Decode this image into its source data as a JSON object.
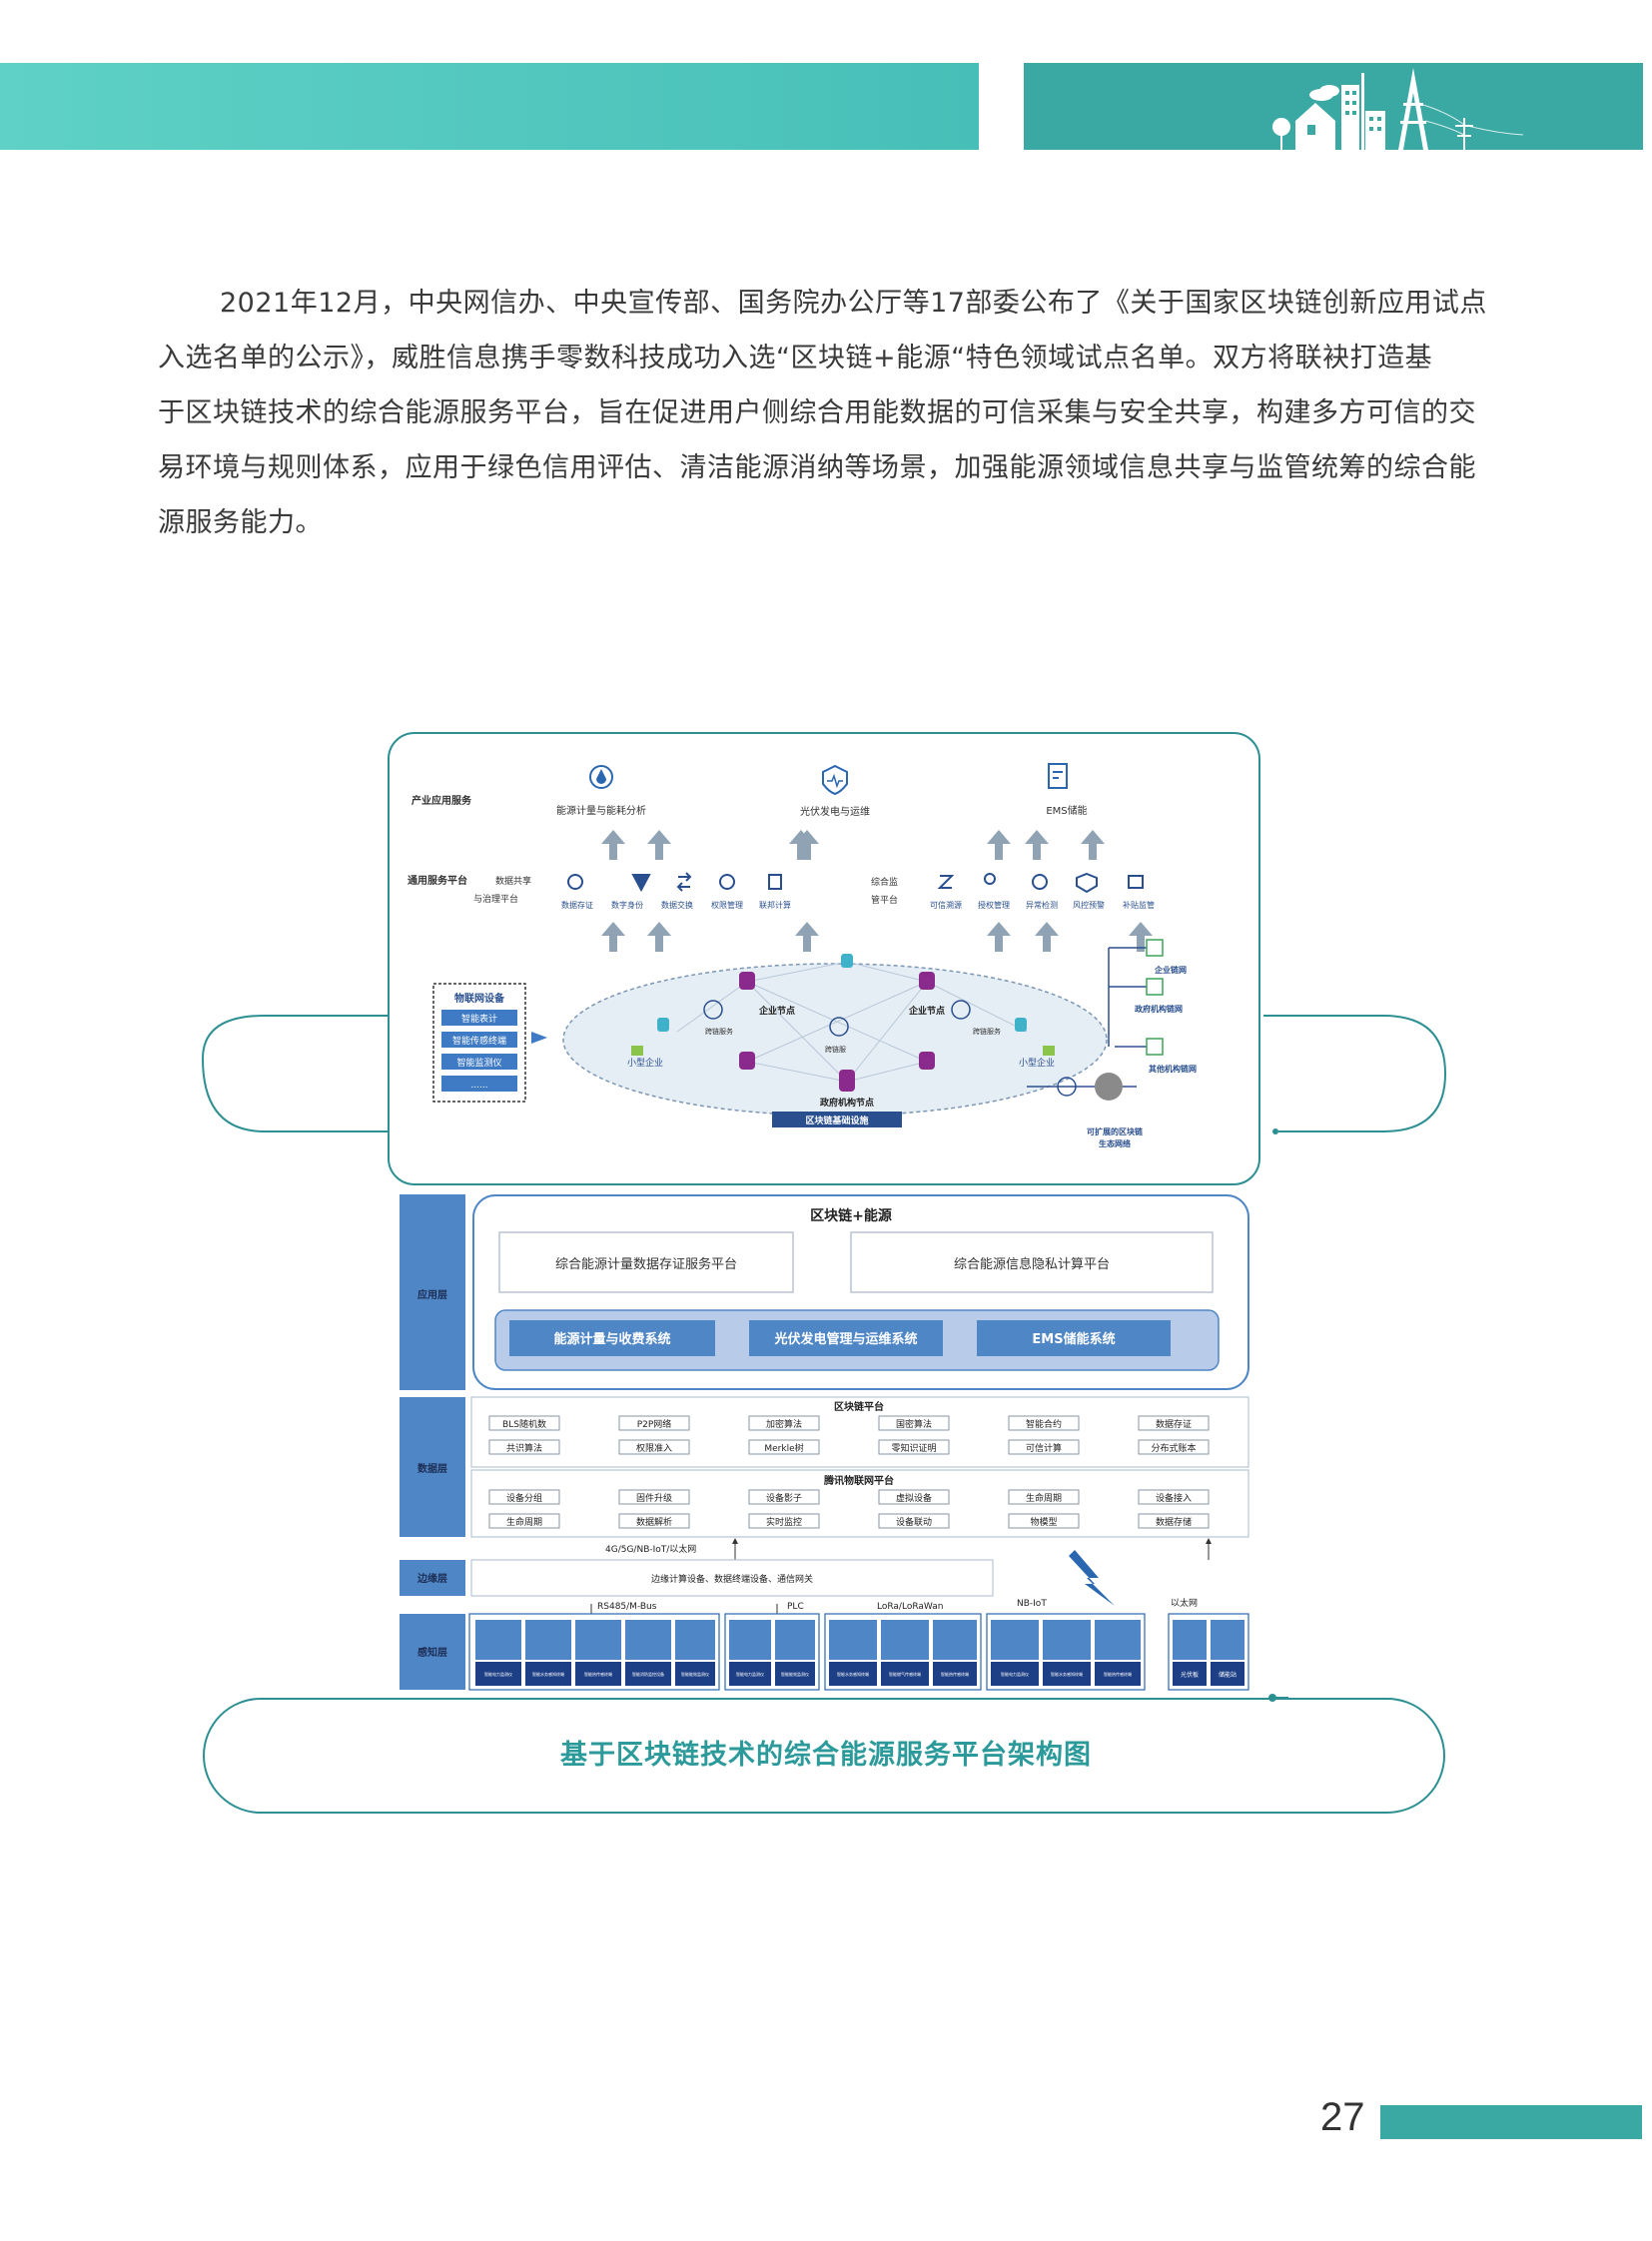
{
  "paragraph": {
    "lines": [
      "2021年12月，中央网信办、中央宣传部、国务院办公厅等17部委公布了《关于国家区块链创新应用试点",
      "入选名单的公示》，威胜信息携手零数科技成功入选“区块链+能源“特色领域试点名单。双方将联袂打造基",
      "于区块链技术的综合能源服务平台，旨在促进用户侧综合用能数据的可信采集与安全共享，构建多方可信的交",
      "易环境与规则体系，应用于绿色信用评估、清洁能源消纳等场景，加强能源领域信息共享与监管统筹的综合能",
      "源服务能力。"
    ]
  },
  "figure": {
    "caption": "基于区块链技术的综合能源服务平台架构图",
    "top": {
      "industry_label": "产业应用服务",
      "industry_items": [
        "能源计量与能耗分析",
        "光伏发电与运维",
        "EMS储能"
      ],
      "general_label": "通用服务平台",
      "share_label_1": "数据共享",
      "share_label_2": "与治理平台",
      "share_items": [
        "数据存证",
        "数字身份",
        "数据交换",
        "权限管理",
        "联邦计算"
      ],
      "monitor_label_1": "综合监",
      "monitor_label_2": "管平台",
      "monitor_items": [
        "可信溯源",
        "授权管理",
        "异常检测",
        "风控预警",
        "补贴监管"
      ],
      "iot_title": "物联网设备",
      "iot_items": [
        "智能表计",
        "智能传感终端",
        "智能监测仪",
        "......"
      ],
      "small_ent_left": "小型企业",
      "small_ent_right": "小型企业",
      "ent_node_left": "企业节点",
      "ent_node_right": "企业节点",
      "cross_left": "跨链服务",
      "cross_mid": "跨链服",
      "cross_right": "跨链服务",
      "gov_node": "政府机构节点",
      "infra": "区块链基础设施",
      "chain_items": [
        "企业链网",
        "政府机构链网",
        "其他机构链网"
      ],
      "ecosystem_1": "可扩展的区块链",
      "ecosystem_2": "生态网络"
    },
    "bottom": {
      "app_layer": "应用层",
      "data_layer": "数据层",
      "edge_layer": "边缘层",
      "sense_layer": "感知层",
      "bc_energy": "区块链+能源",
      "platform_left": "综合能源计量数据存证服务平台",
      "platform_right": "综合能源信息隐私计算平台",
      "systems": [
        "能源计量与收费系统",
        "光伏发电管理与运维系统",
        "EMS储能系统"
      ],
      "bc_platform": "区块链平台",
      "bc_cells": [
        "BLS随机数",
        "P2P网络",
        "加密算法",
        "国密算法",
        "智能合约",
        "数据存证",
        "共识算法",
        "权限准入",
        "Merkle树",
        "零知识证明",
        "可信计算",
        "分布式账本"
      ],
      "iot_platform": "腾讯物联网平台",
      "iot_cells": [
        "设备分组",
        "固件升级",
        "设备影子",
        "虚拟设备",
        "生命周期",
        "设备接入",
        "生命周期",
        "数据解析",
        "实时监控",
        "设备联动",
        "物模型",
        "数据存储"
      ],
      "network_4g": "4G/5G/NB-IoT/以太网",
      "edge_box": "边缘计算设备、数据终端设备、通信网关",
      "rs485": "RS485/M-Bus",
      "plc": "PLC",
      "lora": "LoRa/LoRaWan",
      "nbiot": "NB-IoT",
      "ethernet": "以太网",
      "devices_g1": [
        "智能电力监测仪",
        "智能水务感知终端",
        "智能热传感终端",
        "智能消防监控设备",
        "智能能效监测仪"
      ],
      "devices_g2": [
        "智能电力监测仪",
        "智能能效监测仪"
      ],
      "devices_g3": [
        "智能水务感知终端",
        "智能燃气传感终端",
        "智能热传感终端"
      ],
      "devices_g4": [
        "智能电力监测仪",
        "智能水务感知终端",
        "智能热传感终端"
      ],
      "devices_g5": [
        "光伏板",
        "储能站"
      ]
    }
  },
  "page_number": "27",
  "colors": {
    "teal_light": "#5fd1c6",
    "teal_dark": "#3aa9a3",
    "blue_band": "#4f86c6",
    "frame_line": "#2c8f92"
  }
}
